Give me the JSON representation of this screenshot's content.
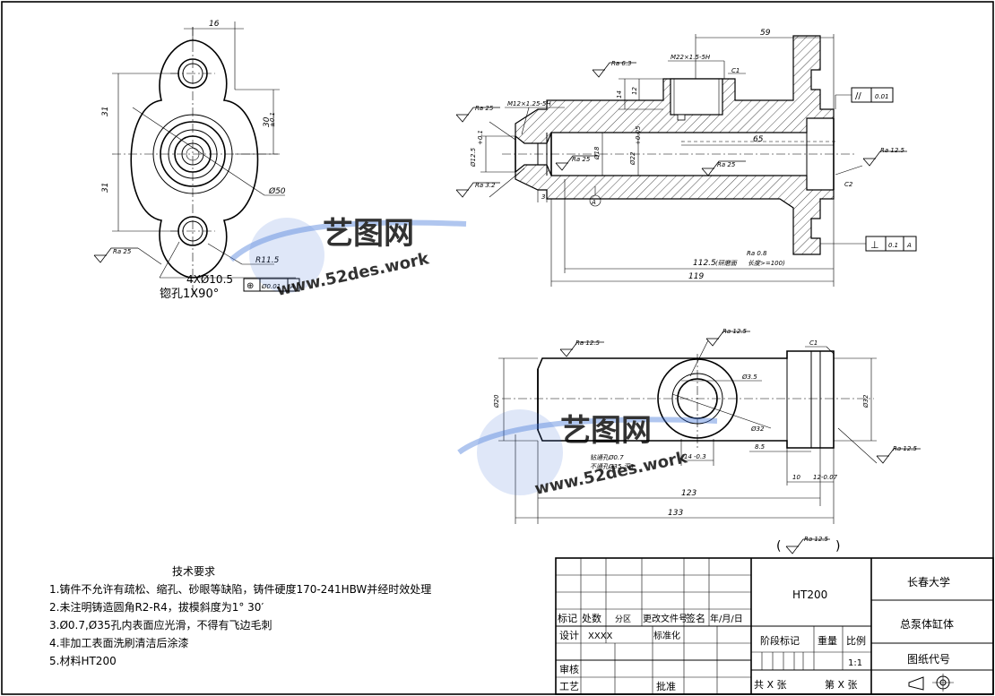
{
  "watermark": {
    "brand": "艺图网",
    "url": "www.52des.work",
    "color": "#3a6fd8"
  },
  "front_view": {
    "dims": {
      "top_width": "16",
      "half_left_upper": "31",
      "half_left_lower": "31",
      "right_height": "30",
      "right_height_tol": "±0.1",
      "circle_dia": "Ø50",
      "corner_radius": "R11.5",
      "hole_note": "4XØ10.5",
      "countersink_note": "锪孔1X90°",
      "roughness_left": "Ra 25"
    },
    "position_tolerance": {
      "symbol": "⊕",
      "value": "Ø0.01",
      "datum": "A"
    }
  },
  "section_view": {
    "dims": {
      "top_length": "59",
      "thread_top": "M22×1.5-5H",
      "chamfer_top": "C1",
      "height_14": "14",
      "height_12": "12",
      "thread_left": "M12×1.25-5H",
      "ra_top": "Ra 6.3",
      "ra_left": "Ra 25",
      "ra_left2": "Ra 3.2",
      "ra_inner": "Ra 25",
      "ra_bore": "Ra 25",
      "ra_right": "Ra 12.5",
      "ra_bottom": "Ra 0.8",
      "dia_small": "Ø12.5",
      "dia_small_tol": "+0.1",
      "dia_18": "Ø18",
      "dia_22": "Ø22",
      "dia_22_tol": "+0.05",
      "len_65": "65",
      "len_3": "3",
      "chamfer_right": "C2",
      "len_112": "112.5",
      "len_112_note": "(研磨面",
      "len_112_note2": "长度>=100)",
      "len_119": "119",
      "datum_label": "A"
    },
    "parallel_tolerance": {
      "symbol": "//",
      "value": "0.01"
    },
    "perpendicular_tolerance": {
      "symbol": "⊥",
      "value": "0.1",
      "datum": "A"
    }
  },
  "bottom_view": {
    "dims": {
      "ra_left": "Ra 12.5",
      "ra_top": "Ra 12.5",
      "ra_right": "Ra 12.5",
      "chamfer": "C1",
      "dia_20": "Ø20",
      "dia_32_right": "Ø32",
      "dia_3_5": "Ø3.5",
      "dia_32": "Ø32",
      "len_8_5": "8.5",
      "len_14": "14",
      "len_14_tol": "-0.3",
      "note_1": "钻通孔Ø0.7",
      "note_2": "不通孔Ø35 深3",
      "len_10": "10",
      "len_12": "12",
      "len_12_tol": "-0.07",
      "len_123": "123",
      "len_133": "133"
    },
    "general_roughness": "Ra 12.5"
  },
  "tech_requirements": {
    "title": "技术要求",
    "items": [
      "1.铸件不允许有疏松、缩孔、砂眼等缺陷，铸件硬度170-241HBW并经时效处理",
      "2.未注明铸造圆角R2-R4，拔模斜度为1° 30′",
      "3.Ø0.7,Ø35孔内表面应光滑，不得有飞边毛刺",
      "4.非加工表面洗刷清洁后涂漆",
      "5.材料HT200"
    ]
  },
  "title_block": {
    "material": "HT200",
    "school": "长春大学",
    "part_name": "总泵体缸体",
    "drawing_no_label": "图纸代号",
    "labels": {
      "mark": "标记",
      "count": "处数",
      "zone": "分区",
      "change_doc": "更改文件号",
      "sign": "签名",
      "date": "年/月/日",
      "design": "设计",
      "designer": "XXXX",
      "standardize": "标准化",
      "stage": "阶段标记",
      "weight": "重量",
      "scale": "比例",
      "scale_value": "1:1",
      "review": "审核",
      "process": "工艺",
      "approve": "批准",
      "total": "共 X 张",
      "sheet": "第 X 张"
    }
  }
}
